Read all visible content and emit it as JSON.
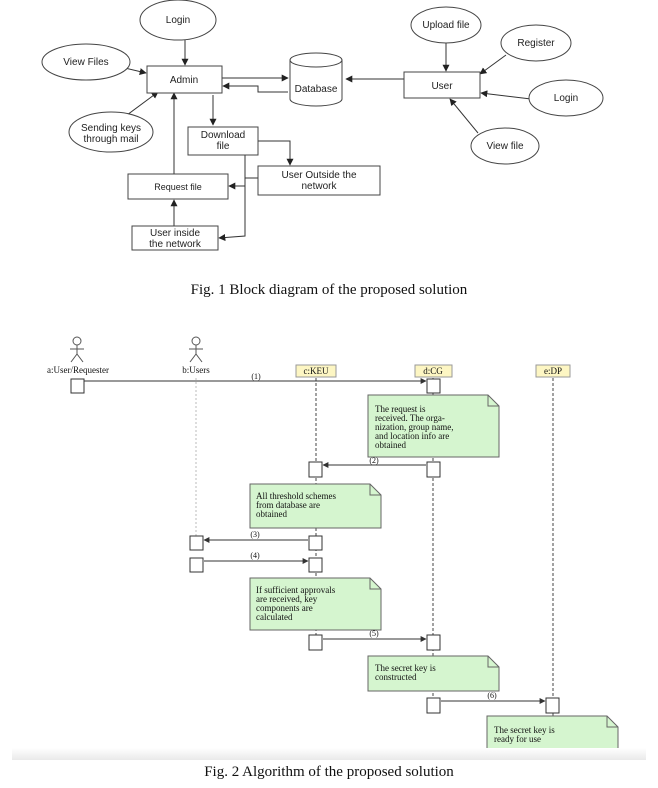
{
  "fig1": {
    "caption": "Fig. 1  Block diagram of the proposed solution",
    "ellipses": {
      "login_top": "Login",
      "view_files": "View Files",
      "sending_keys": [
        "Sending keys",
        "through mail"
      ],
      "upload_file": "Upload file",
      "register": "Register",
      "login_right": "Login",
      "view_file": "View file"
    },
    "boxes": {
      "admin": "Admin",
      "user": "User",
      "database": "Database",
      "download_file": [
        "Download",
        "file"
      ],
      "user_outside": [
        "User Outside the",
        "network"
      ],
      "request_file": "Request file",
      "user_inside": [
        "User inside",
        "the network"
      ]
    }
  },
  "fig2": {
    "caption": "Fig. 2  Algorithm of the proposed solution",
    "actors": {
      "requester": "a:User/Requester",
      "users": "b:Users"
    },
    "lifelines": {
      "keu": "c:KEU",
      "cg": "d:CG",
      "dp": "e:DP"
    },
    "messages": [
      "(1)",
      "(2)",
      "(3)",
      "(4)",
      "(5)",
      "(6)"
    ],
    "notes": {
      "n1": [
        "The request is",
        "received. The orga-",
        "nization, group name,",
        "and location info are",
        "obtained"
      ],
      "n2": [
        "All threshold schemes",
        "from database are",
        "obtained"
      ],
      "n3": [
        "If sufficient approvals",
        "are received, key",
        "components are",
        "calculated"
      ],
      "n4": [
        "The secret key is",
        "constructed"
      ],
      "n5": [
        "The secret key is",
        "ready for use"
      ]
    },
    "colors": {
      "note_fill": "#d5f5cf",
      "lifeline_header": "#fdf6c3"
    }
  }
}
